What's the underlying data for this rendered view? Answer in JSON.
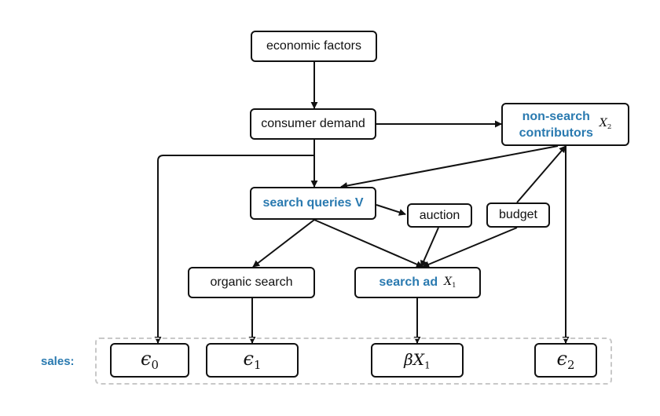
{
  "nodes": {
    "economic_factors": "economic factors",
    "consumer_demand": "consumer demand",
    "non_search_line1": "non-search",
    "non_search_line2": "contributors",
    "non_search_var": "X",
    "non_search_var_sub": "2",
    "search_queries": "search queries V",
    "auction": "auction",
    "budget": "budget",
    "organic_search": "organic search",
    "search_ad": "search ad",
    "search_ad_var": "X",
    "search_ad_var_sub": "1"
  },
  "sales": {
    "label": "sales:",
    "epsilon0": "ϵ",
    "epsilon0_sub": "0",
    "epsilon1": "ϵ",
    "epsilon1_sub": "1",
    "beta_x": "βX",
    "beta_x_sub": "1",
    "epsilon2": "ϵ",
    "epsilon2_sub": "2"
  },
  "colors": {
    "accent": "#2a7ab0",
    "stroke": "#111111",
    "group_border": "#c8c8c8"
  }
}
